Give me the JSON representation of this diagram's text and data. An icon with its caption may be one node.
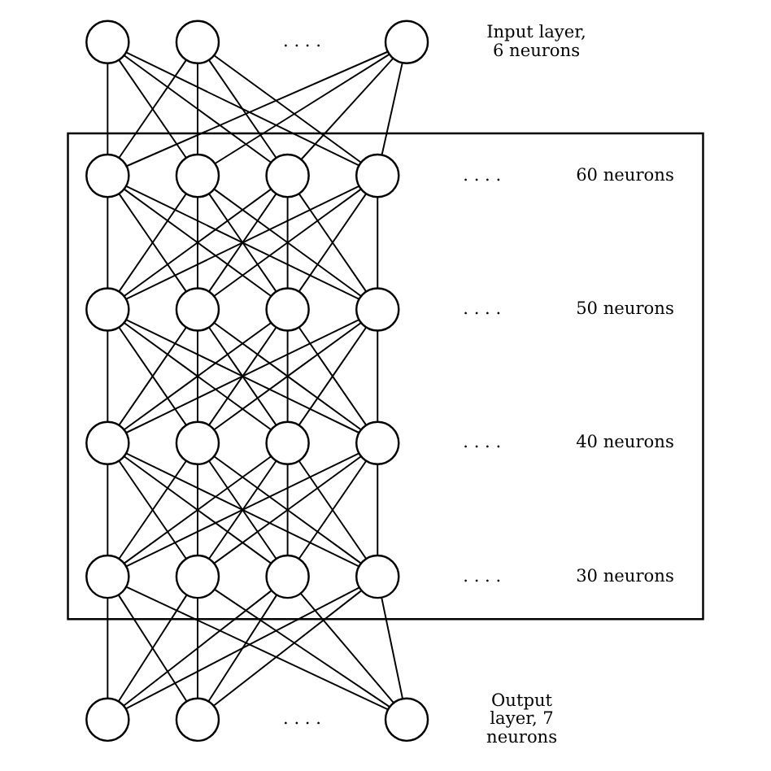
{
  "diagram": {
    "nodes": [
      {
        "text": [],
        "shape": "circle"
      },
      {
        "text": [],
        "shape": "circle"
      },
      {
        "text": [],
        "shape": "circle"
      },
      {
        "text": [],
        "shape": "box"
      },
      {
        "text": [],
        "shape": "circle",
        "in": 3
      },
      {
        "text": [],
        "shape": "circle",
        "in": 3
      },
      {
        "text": [],
        "shape": "circle",
        "in": 3
      },
      {
        "text": [],
        "shape": "circle",
        "in": 3
      },
      {
        "text": [],
        "shape": "circle",
        "in": 3
      },
      {
        "text": [],
        "shape": "circle",
        "in": 3
      },
      {
        "text": [],
        "shape": "circle",
        "in": 3
      },
      {
        "text": [],
        "shape": "circle",
        "in": 3
      },
      {
        "text": [],
        "shape": "circle",
        "in": 3
      },
      {
        "text": [],
        "shape": "circle",
        "in": 3
      },
      {
        "text": [],
        "shape": "circle",
        "in": 3
      },
      {
        "text": [],
        "shape": "circle",
        "in": 3
      },
      {
        "text": [],
        "shape": "circle",
        "in": 3
      },
      {
        "text": [],
        "shape": "circle",
        "in": 3
      },
      {
        "text": [],
        "shape": "circle",
        "in": 3
      },
      {
        "text": [],
        "shape": "circle",
        "in": 3
      },
      {
        "text": [],
        "shape": "circle"
      },
      {
        "text": [],
        "shape": "circle"
      },
      {
        "text": [],
        "shape": "circle"
      }
    ],
    "edges": [
      {
        "from": 0,
        "to": 4,
        "arrow": "none"
      },
      {
        "from": 0,
        "to": 5,
        "arrow": "none"
      },
      {
        "from": 0,
        "to": 6,
        "arrow": "none"
      },
      {
        "from": 0,
        "to": 7,
        "arrow": "none"
      },
      {
        "from": 1,
        "to": 4,
        "arrow": "none"
      },
      {
        "from": 1,
        "to": 5,
        "arrow": "none"
      },
      {
        "from": 1,
        "to": 6,
        "arrow": "none"
      },
      {
        "from": 1,
        "to": 7,
        "arrow": "none"
      },
      {
        "from": 2,
        "to": 4,
        "arrow": "none"
      },
      {
        "from": 2,
        "to": 5,
        "arrow": "none"
      },
      {
        "from": 2,
        "to": 6,
        "arrow": "none"
      },
      {
        "from": 2,
        "to": 7,
        "arrow": "none"
      },
      {
        "from": 4,
        "to": 8,
        "arrow": "none"
      },
      {
        "from": 4,
        "to": 9,
        "arrow": "none"
      },
      {
        "from": 4,
        "to": 10,
        "arrow": "none"
      },
      {
        "from": 4,
        "to": 11,
        "arrow": "none"
      },
      {
        "from": 5,
        "to": 8,
        "arrow": "none"
      },
      {
        "from": 5,
        "to": 9,
        "arrow": "none"
      },
      {
        "from": 5,
        "to": 10,
        "arrow": "none"
      },
      {
        "from": 5,
        "to": 11,
        "arrow": "none"
      },
      {
        "from": 6,
        "to": 8,
        "arrow": "none"
      },
      {
        "from": 6,
        "to": 9,
        "arrow": "none"
      },
      {
        "from": 6,
        "to": 10,
        "arrow": "none"
      },
      {
        "from": 6,
        "to": 11,
        "arrow": "none"
      },
      {
        "from": 7,
        "to": 8,
        "arrow": "none"
      },
      {
        "from": 7,
        "to": 9,
        "arrow": "none"
      },
      {
        "from": 7,
        "to": 10,
        "arrow": "none"
      },
      {
        "from": 7,
        "to": 11,
        "arrow": "none"
      },
      {
        "from": 8,
        "to": 12,
        "arrow": "none"
      },
      {
        "from": 8,
        "to": 13,
        "arrow": "none"
      },
      {
        "from": 8,
        "to": 14,
        "arrow": "none"
      },
      {
        "from": 8,
        "to": 15,
        "arrow": "none"
      },
      {
        "from": 9,
        "to": 12,
        "arrow": "none"
      },
      {
        "from": 9,
        "to": 13,
        "arrow": "none"
      },
      {
        "from": 9,
        "to": 14,
        "arrow": "none"
      },
      {
        "from": 9,
        "to": 15,
        "arrow": "none"
      },
      {
        "from": 10,
        "to": 12,
        "arrow": "none"
      },
      {
        "from": 10,
        "to": 13,
        "arrow": "none"
      },
      {
        "from": 10,
        "to": 14,
        "arrow": "none"
      },
      {
        "from": 10,
        "to": 15,
        "arrow": "none"
      },
      {
        "from": 11,
        "to": 12,
        "arrow": "none"
      },
      {
        "from": 11,
        "to": 13,
        "arrow": "none"
      },
      {
        "from": 11,
        "to": 14,
        "arrow": "none"
      },
      {
        "from": 11,
        "to": 15,
        "arrow": "none"
      },
      {
        "from": 12,
        "to": 16,
        "arrow": "none"
      },
      {
        "from": 12,
        "to": 17,
        "arrow": "none"
      },
      {
        "from": 12,
        "to": 18,
        "arrow": "none"
      },
      {
        "from": 12,
        "to": 19,
        "arrow": "none"
      },
      {
        "from": 13,
        "to": 16,
        "arrow": "none"
      },
      {
        "from": 13,
        "to": 17,
        "arrow": "none"
      },
      {
        "from": 13,
        "to": 18,
        "arrow": "none"
      },
      {
        "from": 13,
        "to": 19,
        "arrow": "none"
      },
      {
        "from": 14,
        "to": 16,
        "arrow": "none"
      },
      {
        "from": 14,
        "to": 17,
        "arrow": "none"
      },
      {
        "from": 14,
        "to": 18,
        "arrow": "none"
      },
      {
        "from": 14,
        "to": 19,
        "arrow": "none"
      },
      {
        "from": 15,
        "to": 16,
        "arrow": "none"
      },
      {
        "from": 15,
        "to": 17,
        "arrow": "none"
      },
      {
        "from": 15,
        "to": 18,
        "arrow": "none"
      },
      {
        "from": 15,
        "to": 19,
        "arrow": "none"
      },
      {
        "from": 16,
        "to": 20,
        "arrow": "none"
      },
      {
        "from": 16,
        "to": 21,
        "arrow": "none"
      },
      {
        "from": 16,
        "to": 22,
        "arrow": "none"
      },
      {
        "from": 17,
        "to": 20,
        "arrow": "none"
      },
      {
        "from": 17,
        "to": 21,
        "arrow": "none"
      },
      {
        "from": 17,
        "to": 22,
        "arrow": "none"
      },
      {
        "from": 18,
        "to": 20,
        "arrow": "none"
      },
      {
        "from": 18,
        "to": 21,
        "arrow": "none"
      },
      {
        "from": 18,
        "to": 22,
        "arrow": "none"
      },
      {
        "from": 19,
        "to": 20,
        "arrow": "none"
      },
      {
        "from": 19,
        "to": 21,
        "arrow": "none"
      },
      {
        "from": 19,
        "to": 22,
        "arrow": "none"
      }
    ],
    "labels": [
      ". . . .",
      "Input layer, 6 neurons",
      ". . . .",
      "60 neurons",
      ". . . .",
      "50 neurons",
      ". . . .",
      "40 neurons",
      ". . . .",
      "30 neurons",
      ". . . .",
      "Output layer, 7 neurons"
    ]
  }
}
